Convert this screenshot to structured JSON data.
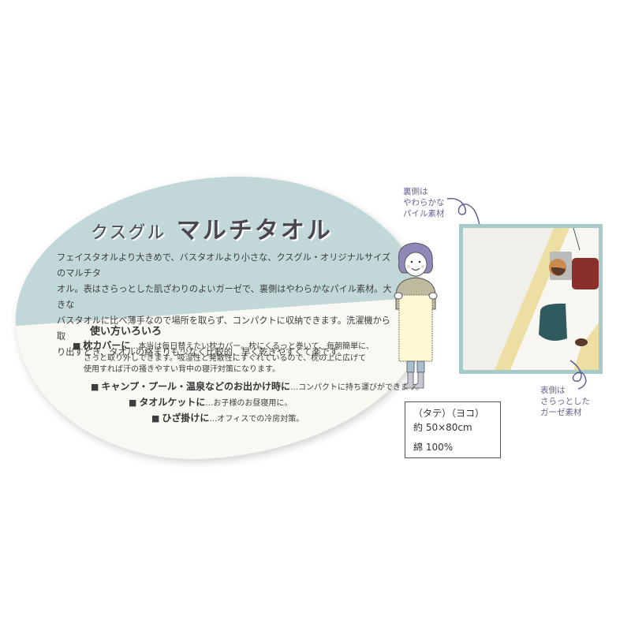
{
  "title": {
    "prefix": "クスグル",
    "main": "マルチタオル"
  },
  "intro_lines": [
    "フェイスタオルより大きめで、バスタオルより小さな、クスグル・オリジナルサイズのマルチタ",
    "オル。表はさらっとした肌ざわりのよいガーゼで、裏側はやわらかなパイル素材。大きな",
    "バスタオルに比べ薄手なので場所を取らず、コンパクトに収納できます。洗濯機から取",
    "り出すとき、タオルの絡まりも少なく比較的、早く乾きやすくて楽です。"
  ],
  "usage": {
    "heading": "使い方いろいろ",
    "bullet": "■",
    "items": [
      {
        "label": "枕カバーに",
        "text_lines": [
          "…本当は毎日替えたい枕カバー。枕にくるっと巻いて、毎朝簡単に、",
          "さっと取り外しできます。吸湿性と発散性にすぐれているので、枕の上に広げて",
          "使用すれば汗の掻きやすい背中の寝汗対策になります。"
        ]
      },
      {
        "label": "キャンプ・プール・温泉などのお出かけ時に",
        "text_lines": [
          "…コンパクトに持ち運びができます。"
        ]
      },
      {
        "label": "タオルケットに",
        "text_lines": [
          "…お子様のお昼寝用に。"
        ]
      },
      {
        "label": "ひざ掛けに",
        "text_lines": [
          "…オフィスでの冷房対策。"
        ]
      }
    ]
  },
  "callouts": {
    "back": [
      "裏側は",
      "やわらかな",
      "パイル素材"
    ],
    "front": [
      "表側は",
      "さらっとした",
      "ガーゼ素材"
    ]
  },
  "spec": {
    "dimension_labels": "（タテ）（ヨコ）",
    "size": "約 50×80cm",
    "material": "綿 100%"
  },
  "colors": {
    "teal_bg": "#c2d8d8",
    "cream_bg": "#f9f8f3",
    "frame": "#a8c9c9",
    "callout_text": "#6a6590",
    "hair": "#8f88b8"
  }
}
